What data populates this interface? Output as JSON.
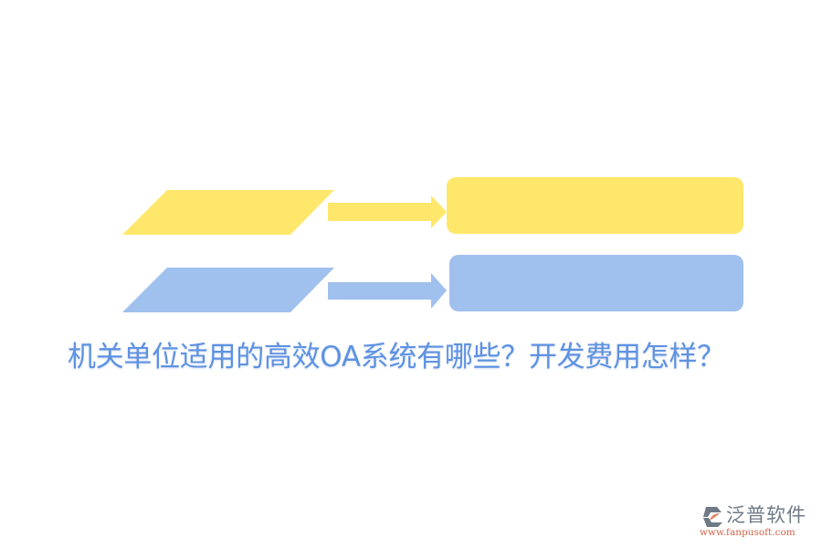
{
  "title": "机关单位适用的高效OA系统有哪些？开发费用怎样？",
  "colors": {
    "yellow": "#fee76b",
    "blue": "#a0c0ee",
    "title": "#5e92e2",
    "logo_gray": "#6f7a86",
    "logo_orange": "#d0654a"
  },
  "diagram": {
    "rows": [
      {
        "name": "row-1",
        "color": "yellow",
        "input_shape": "parallelogram",
        "connector": "arrow-right",
        "output_shape": "rounded-rectangle",
        "text": ""
      },
      {
        "name": "row-2",
        "color": "blue",
        "input_shape": "parallelogram",
        "connector": "arrow-right",
        "output_shape": "rounded-rectangle",
        "text": ""
      }
    ]
  },
  "logo": {
    "icon": "fanpu-logo-icon",
    "name": "泛普软件",
    "url": "www.fanpusoft.com"
  }
}
